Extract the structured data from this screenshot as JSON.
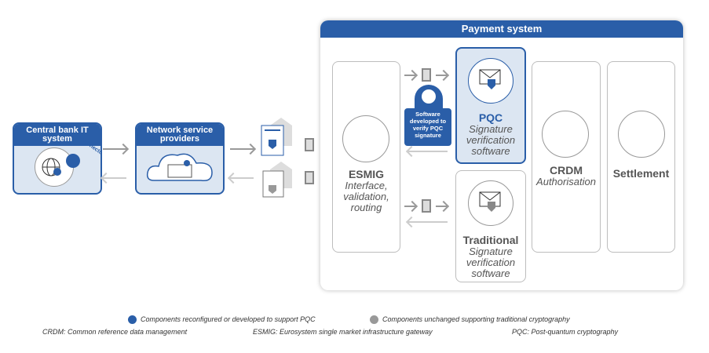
{
  "central_bank": {
    "title": "Central bank IT system",
    "connector_label": "Connector"
  },
  "network": {
    "title": "Network service providers"
  },
  "payment_system": {
    "title": "Payment system"
  },
  "esmig": {
    "title": "ESMIG",
    "subtitle": "Interface, validation, routing"
  },
  "pqc": {
    "title": "PQC",
    "subtitle": "Signature verification software"
  },
  "software_badge": {
    "text": "Software developed to verify PQC signature"
  },
  "traditional": {
    "title": "Traditional",
    "subtitle": "Signature verification software"
  },
  "crdm": {
    "title": "CRDM",
    "subtitle": "Authorisation"
  },
  "settlement": {
    "title": "Settlement"
  },
  "legend": {
    "blue": "Components reconfigured or developed to support PQC",
    "gray": "Components unchanged supporting traditional cryptography"
  },
  "footnotes": {
    "crdm": "CRDM: Common reference data management",
    "esmig": "ESMIG: Eurosystem single market infrastructure gateway",
    "pqc": "PQC: Post-quantum cryptography"
  },
  "colors": {
    "accent": "#2a5ea8",
    "light": "#dce6f2",
    "gray": "#999999"
  }
}
